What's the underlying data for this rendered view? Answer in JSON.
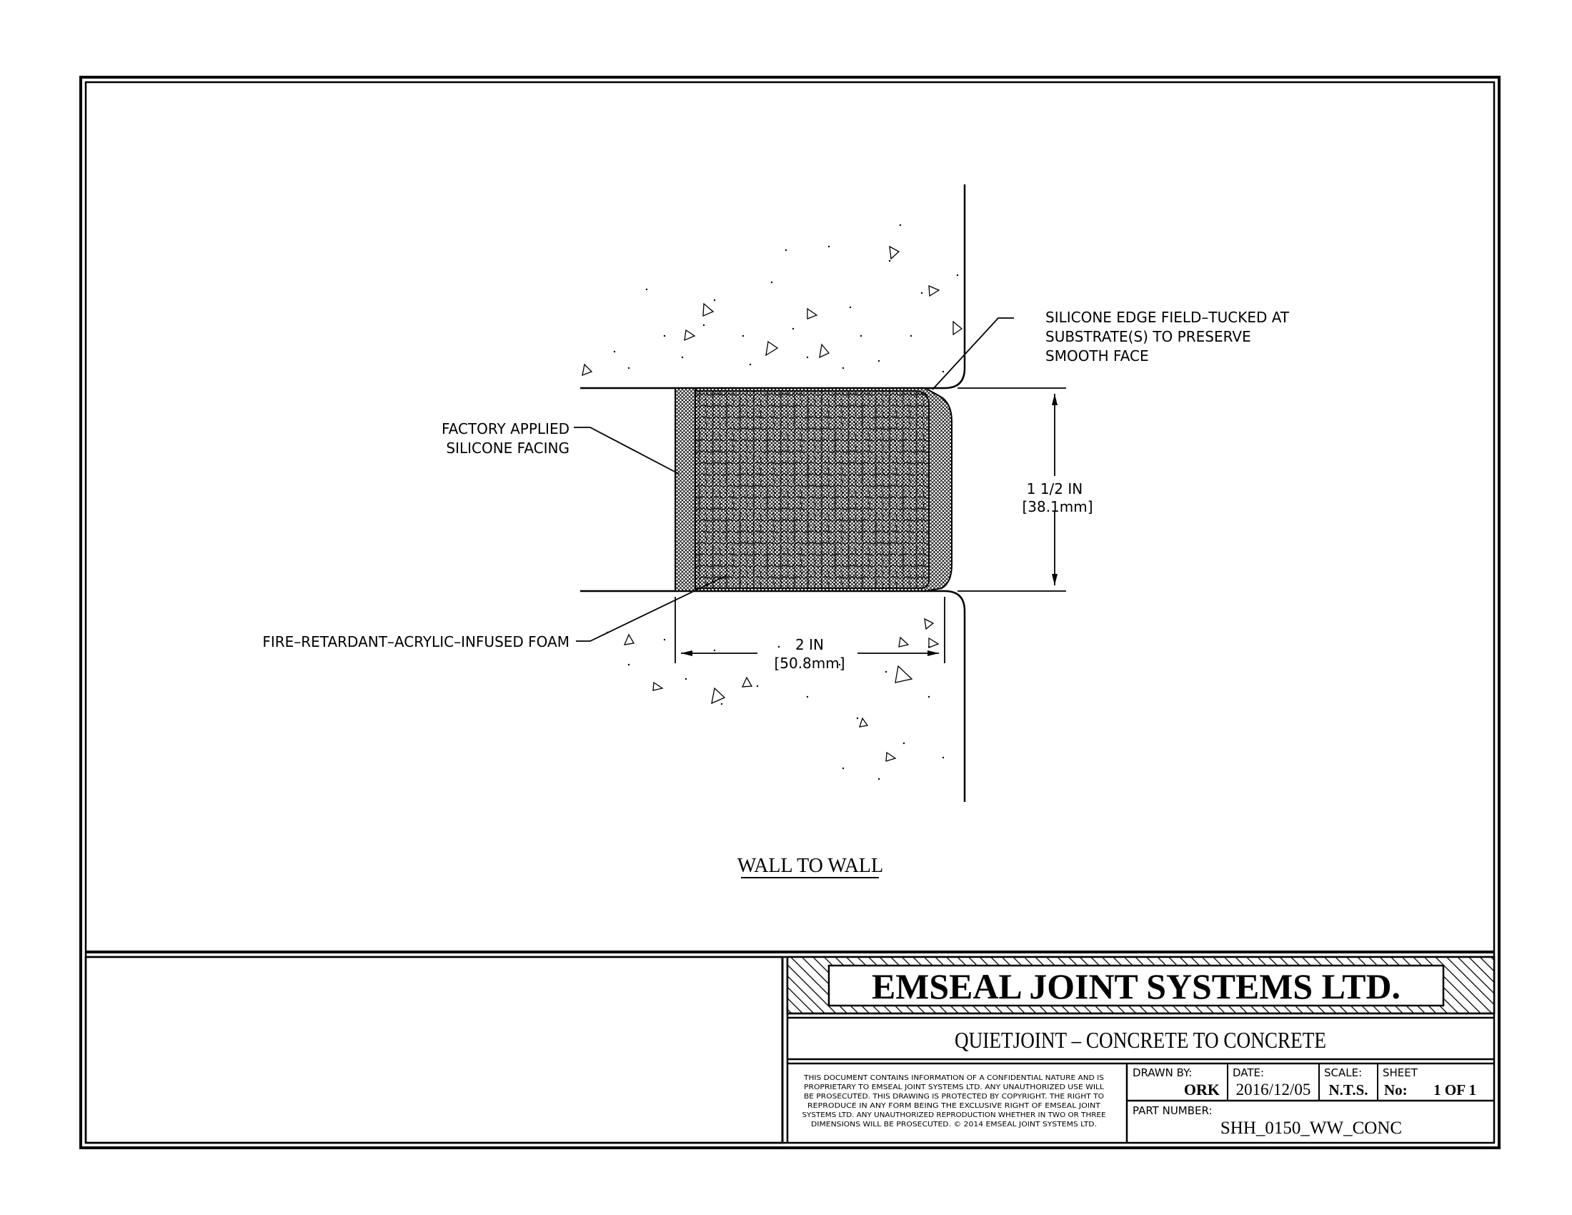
{
  "drawing": {
    "labels": {
      "silicone_edge": [
        "SILICONE EDGE FIELD–TUCKED AT",
        "SUBSTRATE(S) TO PRESERVE",
        "SMOOTH FACE"
      ],
      "factory_facing": [
        "FACTORY APPLIED",
        "SILICONE FACING"
      ],
      "foam": "FIRE–RETARDANT–ACRYLIC–INFUSED FOAM",
      "height_dim": [
        "1 1/2 IN",
        "[38.1mm]"
      ],
      "width_dim": [
        "2 IN",
        "[50.8mm]"
      ]
    },
    "view_title": "WALL TO WALL"
  },
  "title_block": {
    "company": "EMSEAL JOINT SYSTEMS LTD.",
    "drawing_title": "QUIETJOINT – CONCRETE TO CONCRETE",
    "confidentiality": [
      "THIS DOCUMENT CONTAINS INFORMATION OF A CONFIDENTIAL NATURE AND IS",
      "PROPRIETARY TO EMSEAL JOINT SYSTEMS LTD. ANY UNAUTHORIZED USE WILL",
      "BE PROSECUTED. THIS DRAWING IS PROTECTED BY COPYRIGHT. THE RIGHT TO",
      "REPRODUCE IN ANY FORM BEING THE EXCLUSIVE RIGHT OF EMSEAL JOINT",
      "SYSTEMS LTD. ANY UNAUTHORIZED REPRODUCTION WHETHER IN TWO OR THREE",
      "DIMENSIONS WILL BE PROSECUTED. © 2014 EMSEAL JOINT SYSTEMS LTD."
    ],
    "drawn_by_label": "DRAWN BY:",
    "drawn_by": "ORK",
    "date_label": "DATE:",
    "date": "2016/12/05",
    "scale_label": "SCALE:",
    "scale": "N.T.S.",
    "sheet_label": "SHEET",
    "sheet_no_label": "No:",
    "sheet": "1 OF 1",
    "part_number_label": "PART NUMBER:",
    "part_number": "SHH_0150_WW_CONC"
  }
}
